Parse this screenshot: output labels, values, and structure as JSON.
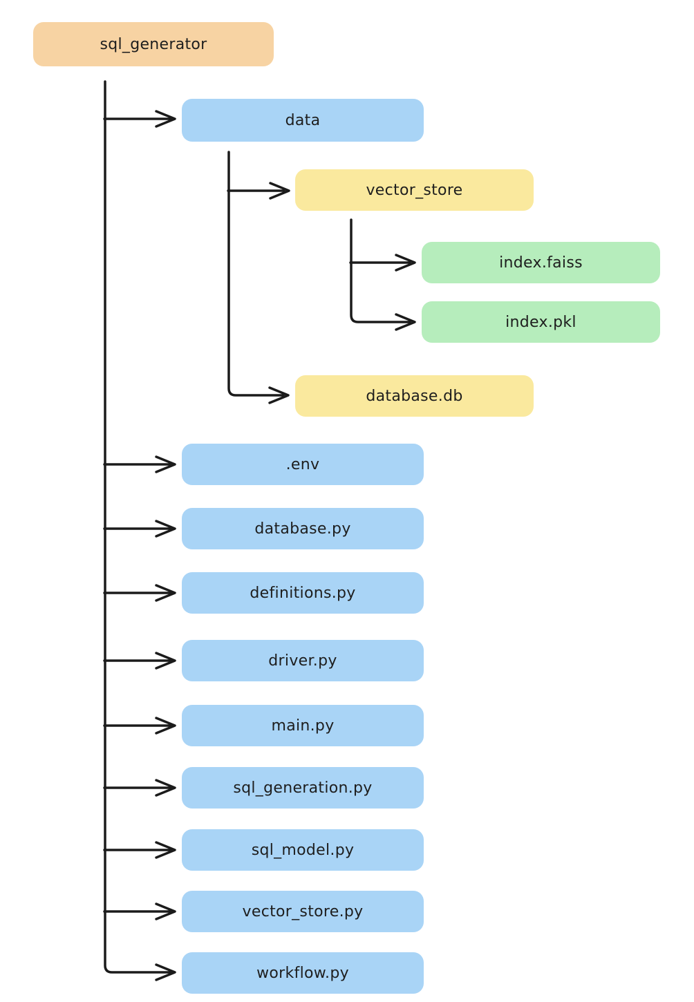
{
  "diagram": {
    "kind": "file-tree",
    "tree": {
      "label": "sql_generator",
      "children": [
        {
          "label": "data",
          "children": [
            {
              "label": "vector_store",
              "children": [
                {
                  "label": "index.faiss"
                },
                {
                  "label": "index.pkl"
                }
              ]
            },
            {
              "label": "database.db"
            }
          ]
        },
        {
          "label": ".env"
        },
        {
          "label": "database.py"
        },
        {
          "label": "definitions.py"
        },
        {
          "label": "driver.py"
        },
        {
          "label": "main.py"
        },
        {
          "label": "sql_generation.py"
        },
        {
          "label": "sql_model.py"
        },
        {
          "label": "vector_store.py"
        },
        {
          "label": "workflow.py"
        }
      ]
    }
  },
  "palette": {
    "background": "#ffffff",
    "line": "#1b1b1b",
    "text": "#1e1e1e",
    "root_folder_fill": "#f7d3a3",
    "level1_fill": "#a9d4f6",
    "level2_fill": "#fae99e",
    "level3_fill": "#b6edbc"
  }
}
